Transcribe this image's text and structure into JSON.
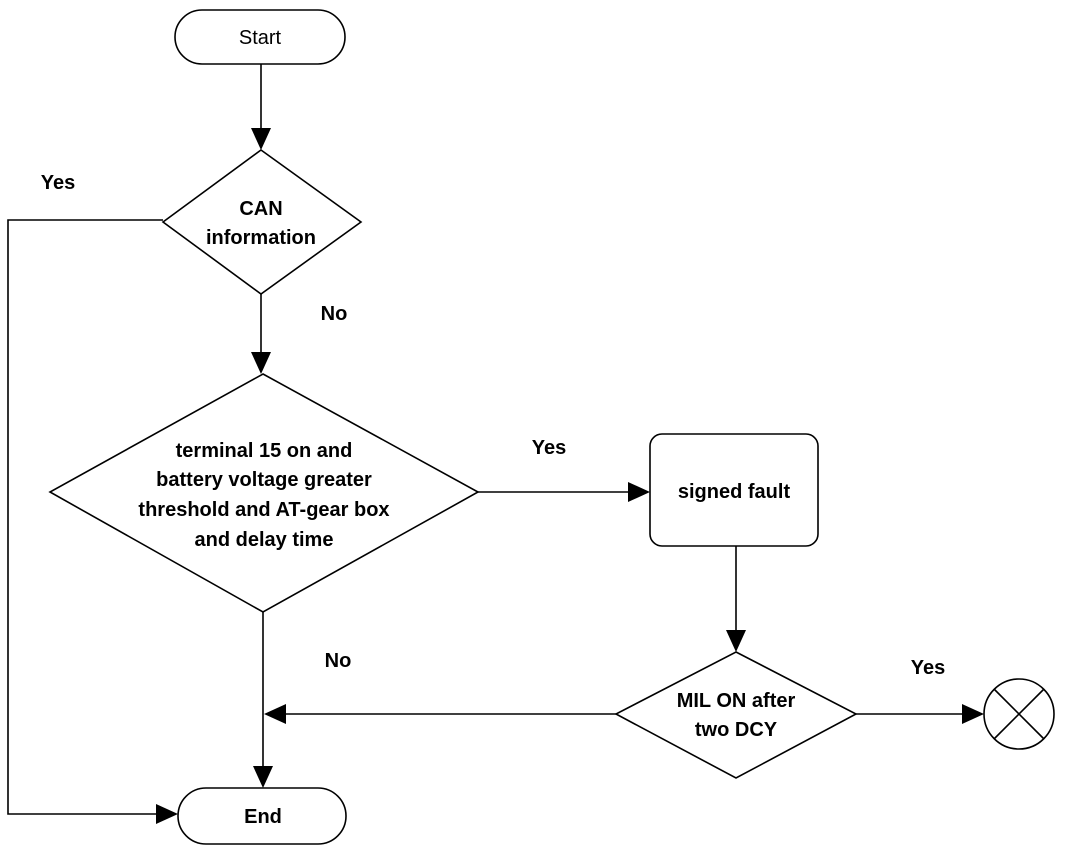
{
  "flowchart": {
    "start": "Start",
    "end": "End",
    "decision_can": {
      "lines": [
        "CAN",
        "information"
      ]
    },
    "decision_terminal": {
      "lines": [
        "terminal 15 on and",
        "battery voltage greater",
        "threshold and AT-gear box",
        "and delay time"
      ]
    },
    "process_fault": "signed fault",
    "decision_mil": {
      "lines": [
        "MIL ON after",
        "two DCY"
      ]
    },
    "labels": {
      "can_yes": "Yes",
      "can_no": "No",
      "terminal_yes": "Yes",
      "terminal_no": "No",
      "mil_yes": "Yes"
    }
  }
}
